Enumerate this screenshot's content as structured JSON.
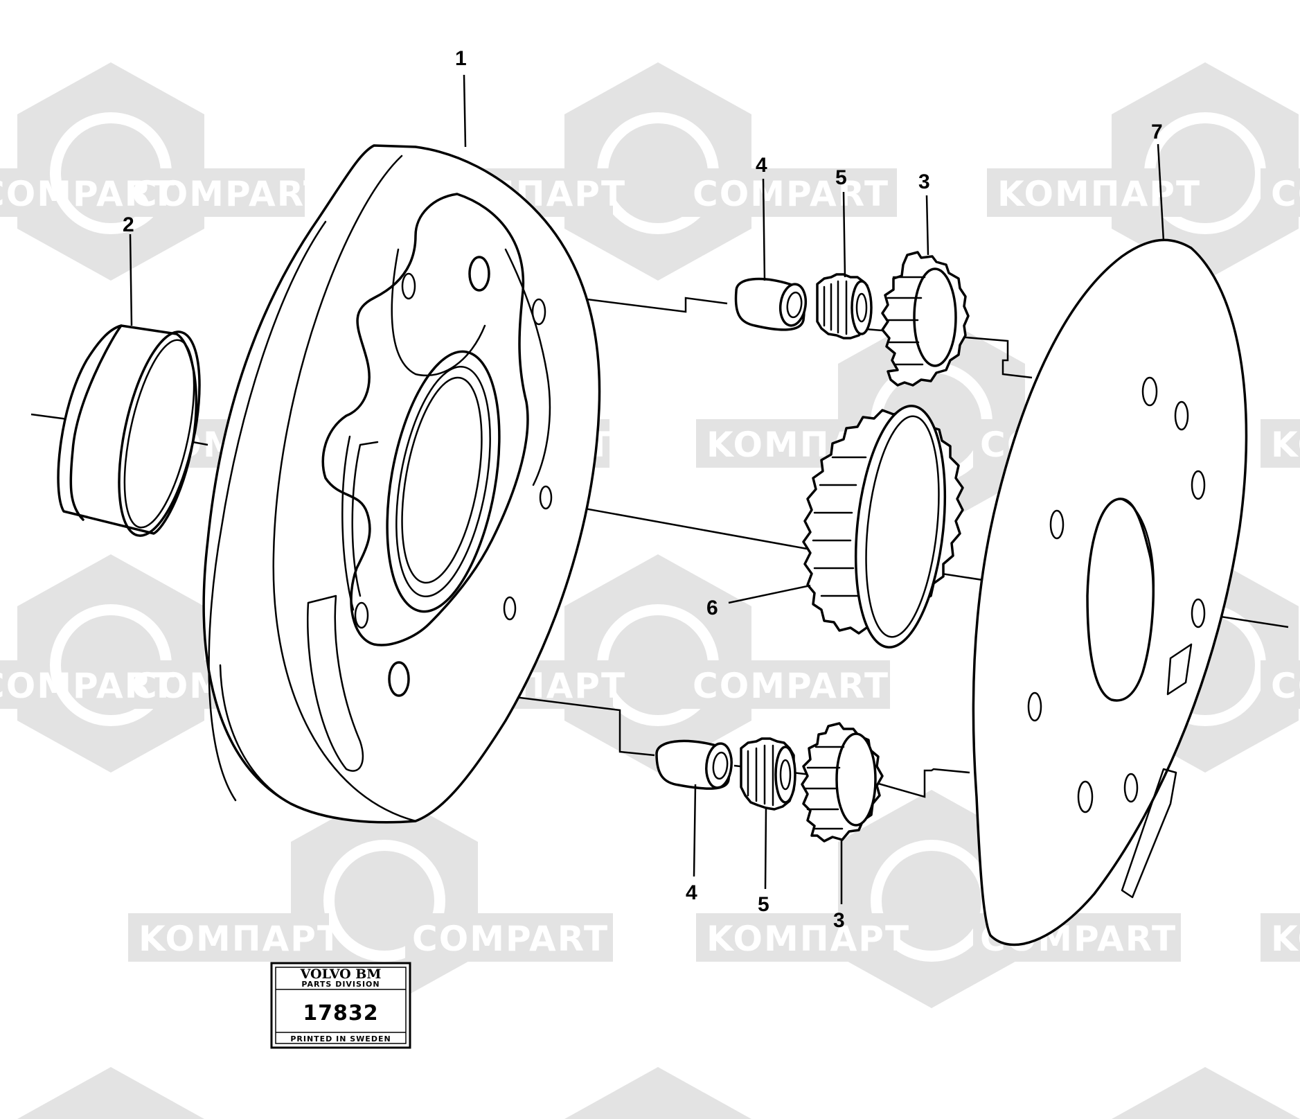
{
  "watermark": {
    "latin": "COMPART",
    "cyrillic": "KOMПAPT",
    "color": "#e3e3e3"
  },
  "callouts": {
    "c1": "1",
    "c2": "2",
    "c3_top": "3",
    "c4_top": "4",
    "c5_top": "5",
    "c6": "6",
    "c7": "7",
    "c3_bottom": "3",
    "c4_bottom": "4",
    "c5_bottom": "5"
  },
  "stamp": {
    "brand": "VOLVO BM",
    "division": "PARTS DIVISION",
    "number": "17832",
    "footer": "PRINTED IN SWEDEN"
  }
}
